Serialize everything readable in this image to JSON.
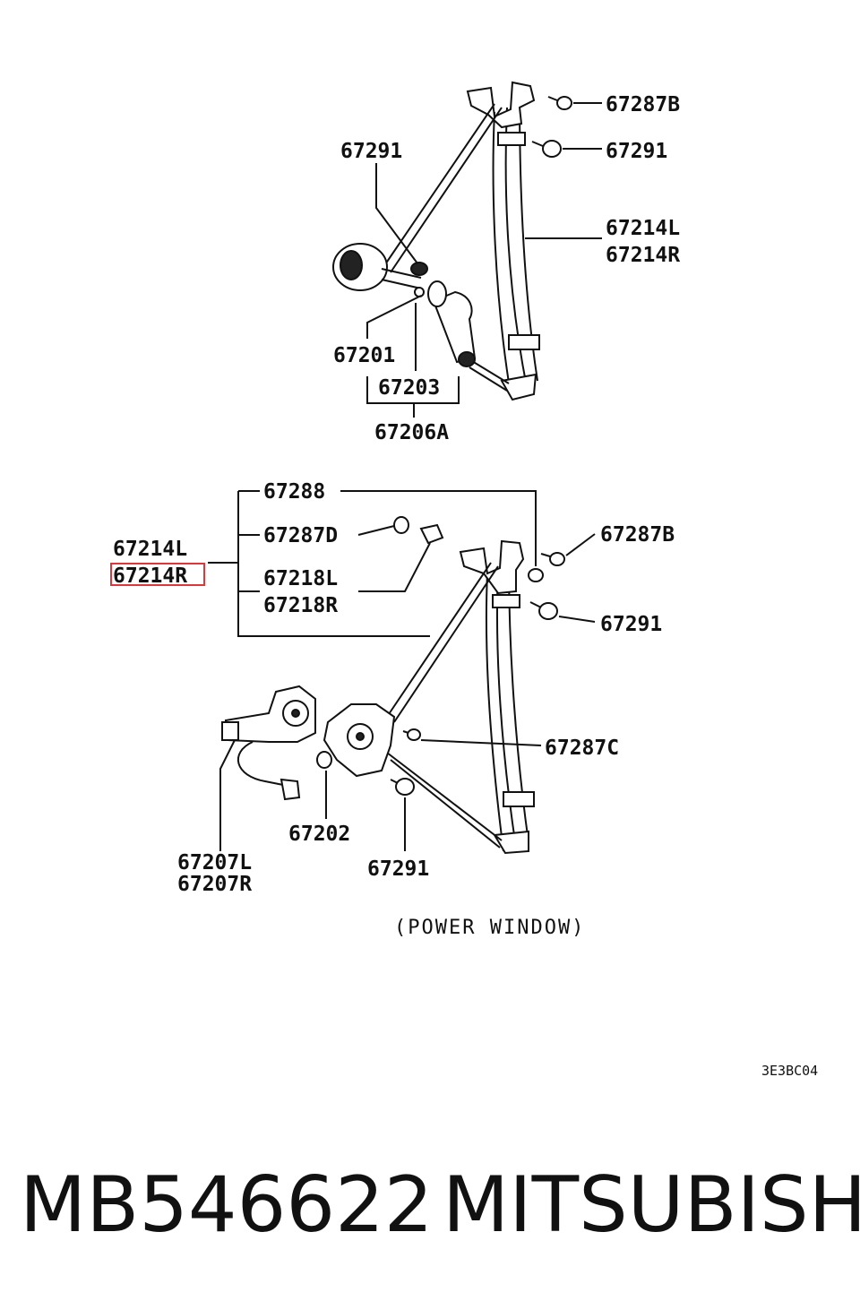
{
  "top_assembly": {
    "labels": {
      "l67287b": "67287B",
      "l67291_left": "67291",
      "l67291_right": "67291",
      "l67214l": "67214L",
      "l67214r": "67214R",
      "l67201": "67201",
      "l67203": "67203",
      "l67206a": "67206A"
    }
  },
  "bottom_assembly": {
    "labels": {
      "l67288": "67288",
      "l67287d": "67287D",
      "l67214l": "67214L",
      "l67214r": "67214R",
      "l67218l": "67218L",
      "l67218r": "67218R",
      "l67287b": "67287B",
      "l67291_right": "67291",
      "l67287c": "67287C",
      "l67202": "67202",
      "l67207l": "67207L",
      "l67207r": "67207R",
      "l67291_bottom": "67291"
    },
    "note": "(POWER WINDOW)"
  },
  "diagram_code": "3E3BC04",
  "highlight": {
    "label": "67214R",
    "color": "#e0353b"
  },
  "footer": {
    "part_number": "MB546622",
    "brand": "MITSUBISHI"
  }
}
